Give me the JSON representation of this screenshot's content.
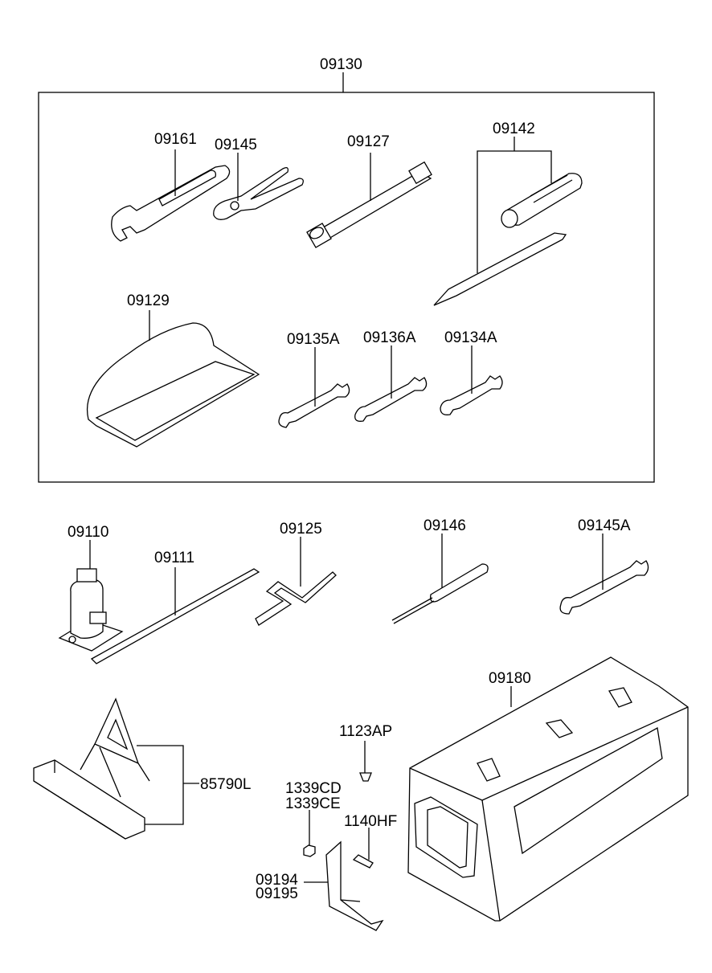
{
  "labels": {
    "kit": "09130",
    "spanner_adjustable": "09161",
    "pliers": "09145",
    "box_wrench": "09127",
    "screwdriver_set": "09142",
    "tool_bag": "09129",
    "spanner_a": "09135A",
    "spanner_b": "09136A",
    "spanner_c": "09134A",
    "jack": "09110",
    "jack_handle": "09111",
    "crank": "09125",
    "screwdriver": "09146",
    "spanner_d": "09145A",
    "case": "09180",
    "screw_top": "1123AP",
    "nut_1": "1339CD",
    "nut_2": "1339CE",
    "bolt": "1140HF",
    "bracket_1": "09194",
    "bracket_2": "09195",
    "triangle": "85790L"
  },
  "colors": {
    "line": "#000000",
    "background": "#ffffff"
  }
}
